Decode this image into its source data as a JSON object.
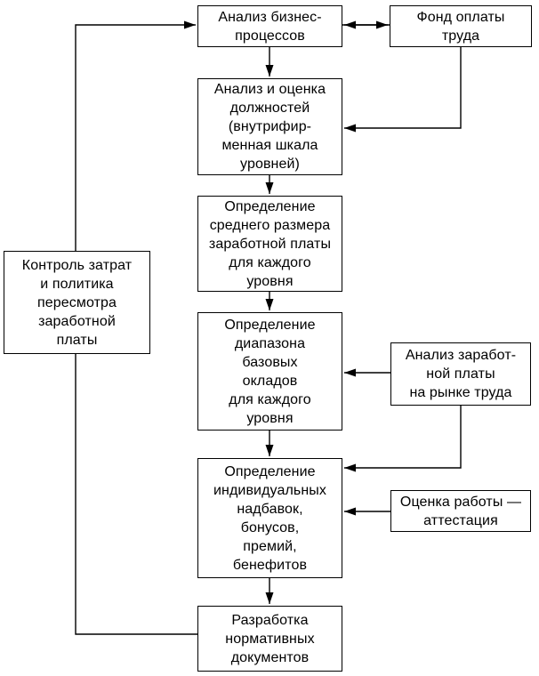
{
  "colors": {
    "background": "#ffffff",
    "box_border": "#000000",
    "text": "#000000",
    "connector": "#000000"
  },
  "diagram": {
    "type": "flowchart",
    "language": "ru",
    "nodes": [
      {
        "id": "business-process-analysis",
        "label": "Анализ бизнес-\nпроцессов"
      },
      {
        "id": "payroll-fund",
        "label": "Фонд оплаты\nтруда"
      },
      {
        "id": "job-analysis-evaluation",
        "label": "Анализ и оценка\nдолжностей\n(внутрифир-\nменная шкала\nуровней)"
      },
      {
        "id": "average-salary-determination",
        "label": "Определение\nсреднего размера\nзаработной платы\nдля каждого\nуровня"
      },
      {
        "id": "cost-control-policy",
        "label": "Контроль затрат\nи политика\nпересмотра\nзаработной\nплаты"
      },
      {
        "id": "base-salary-range-determination",
        "label": "Определение\nдиапазона\nбазовых\nокладов\nдля каждого\nуровня"
      },
      {
        "id": "labor-market-salary-analysis",
        "label": "Анализ заработ-\nной платы\nна рынке труда"
      },
      {
        "id": "individual-bonuses-determination",
        "label": "Определение\nиндивидуальных\nнадбавок,\nбонусов,\nпремий,\nбенефитов"
      },
      {
        "id": "work-evaluation-attestation",
        "label": "Оценка работы —\nаттестация"
      },
      {
        "id": "regulatory-documents-development",
        "label": "Разработка\nнормативных\nдокументов"
      }
    ],
    "edges": [
      {
        "from": "business-process-analysis",
        "to": "payroll-fund",
        "style": "double-arrow"
      },
      {
        "from": "business-process-analysis",
        "to": "job-analysis-evaluation",
        "style": "arrow"
      },
      {
        "from": "payroll-fund",
        "to": "job-analysis-evaluation",
        "style": "arrow"
      },
      {
        "from": "job-analysis-evaluation",
        "to": "average-salary-determination",
        "style": "arrow"
      },
      {
        "from": "average-salary-determination",
        "to": "base-salary-range-determination",
        "style": "arrow"
      },
      {
        "from": "labor-market-salary-analysis",
        "to": "base-salary-range-determination",
        "style": "arrow"
      },
      {
        "from": "base-salary-range-determination",
        "to": "individual-bonuses-determination",
        "style": "arrow"
      },
      {
        "from": "labor-market-salary-analysis",
        "to": "individual-bonuses-determination",
        "style": "arrow"
      },
      {
        "from": "work-evaluation-attestation",
        "to": "individual-bonuses-determination",
        "style": "arrow"
      },
      {
        "from": "individual-bonuses-determination",
        "to": "regulatory-documents-development",
        "style": "arrow"
      },
      {
        "from": "regulatory-documents-development",
        "to": "business-process-analysis",
        "style": "arrow-feedback-through-cost-control-policy"
      }
    ]
  }
}
